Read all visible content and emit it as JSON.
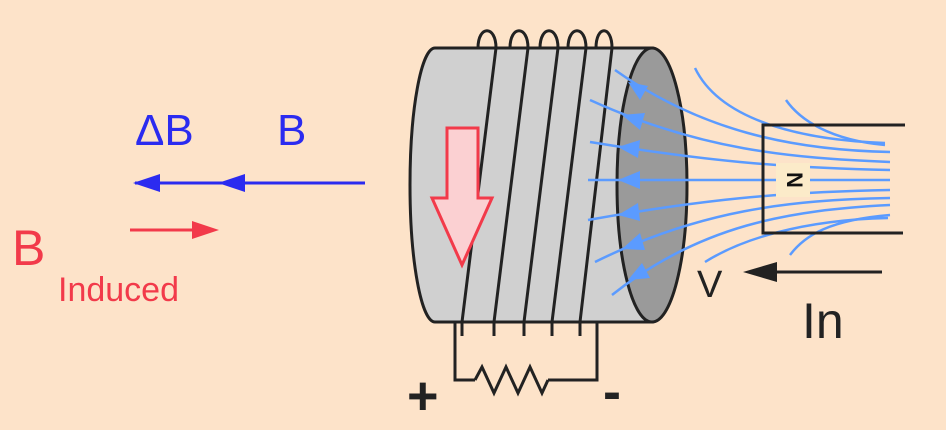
{
  "labels": {
    "delta_b": "ΔB",
    "b_field": "B",
    "b_induced": "B",
    "induced": "Induced",
    "plus": "+",
    "minus": "-",
    "north": "N",
    "velocity": "V",
    "direction": "In"
  },
  "colors": {
    "background": "#fde3c9",
    "field_blue": "#2b2bf0",
    "induced_red": "#f23a4a",
    "field_lines": "#5b9bff",
    "coil_body": "#d0d0d0",
    "coil_face": "#9a9a9a"
  }
}
